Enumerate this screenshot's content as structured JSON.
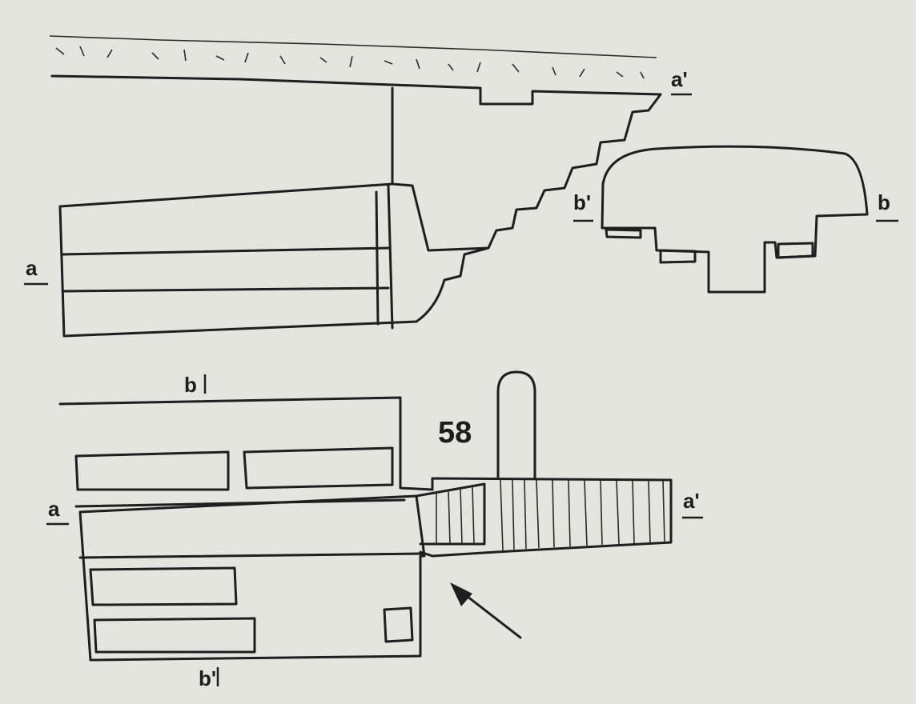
{
  "figure_number": "58",
  "section_top": {
    "label_left": "a",
    "label_right": "a'"
  },
  "section_right": {
    "label_left": "b'",
    "label_right": "b"
  },
  "plan": {
    "label_top": "b",
    "label_bottom": "b'",
    "label_left": "a",
    "label_right": "a'"
  },
  "colors": {
    "paper": "#e4e5de",
    "ink": "#1e1e1e"
  }
}
